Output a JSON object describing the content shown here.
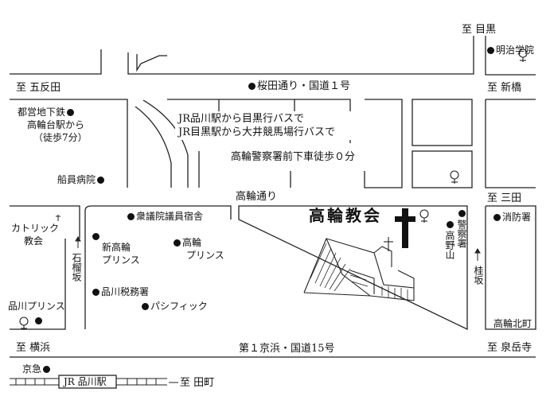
{
  "directions": {
    "meguro": "至 目黒",
    "gotanda": "至 五反田",
    "shimbashi": "至 新橋",
    "mita": "至 三田",
    "yokohama": "至 横浜",
    "sengakuji": "至 泉岳寺",
    "tamachi": "至 田町"
  },
  "roads": {
    "sakuradadori": "桜田通り・国道１号",
    "takanawadori": "高輪通り",
    "keihin": "第１京浜・国道15号",
    "ishizuezaka": "石榴坂",
    "katsurazaka": "桂坂"
  },
  "landmarks": {
    "meiji_gakuin": "明治学院",
    "subway_line1": "都営地下鉄",
    "subway_line2": "高輪台駅から",
    "subway_line3": "（徒歩7分）",
    "senpaku_hospital": "船員病院",
    "catholic_line1": "カトリック",
    "catholic_line2": "教会",
    "shinagawa_prince": "品川プリンス",
    "dormitory": "衆議院議員宿舎",
    "new_takanawa_line1": "新高輪",
    "new_takanawa_line2": "プリンス",
    "takanawa_line1": "高輪",
    "takanawa_line2": "プリンス",
    "tax_office": "品川税務署",
    "pacific": "パシフィック",
    "police": "警察署",
    "takanoyama": "高野山",
    "fire_station": "消防署",
    "takanawa_kita": "高輪北町",
    "keikyu": "京急",
    "jr_shinagawa": "JR 品川駅"
  },
  "bus_info": {
    "line1": "JR品川駅から目黒行バスで",
    "line2": "JR目黒駅から大井競馬場行バスで",
    "line3": "高輪警察署前下車徒歩０分"
  },
  "church": {
    "name": "高輪教会",
    "cross_symbol": "✝"
  },
  "icons": {
    "landmark": "filled-dot-icon",
    "school": "school-symbol-icon",
    "post_office": "post-office-symbol-icon",
    "church": "cross-icon"
  }
}
